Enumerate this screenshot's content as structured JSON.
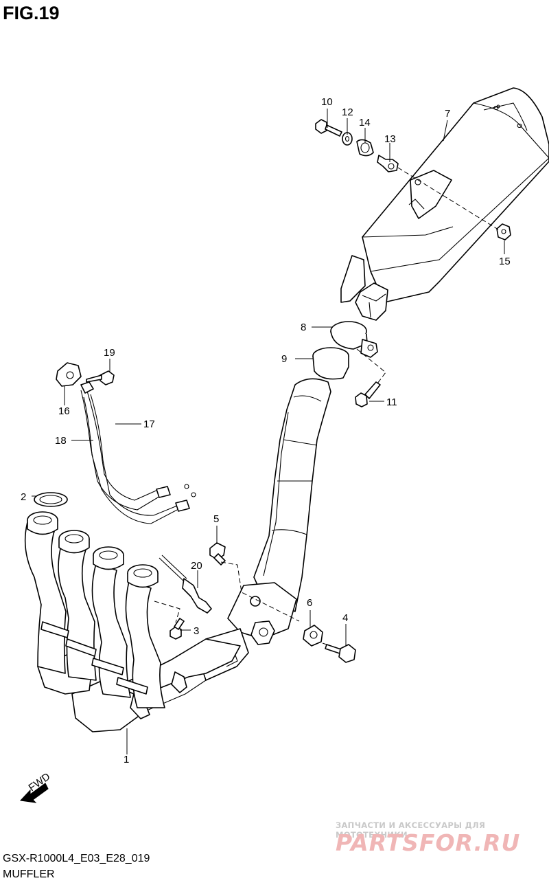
{
  "figure_title": "FIG.19",
  "model_code": "GSX-R1000L4_E03_E28_019",
  "assembly_name": "MUFFLER",
  "fwd_label": "FWD",
  "watermark": {
    "tagline": "ЗАПЧАСТИ И АКСЕССУАРЫ ДЛЯ МОТОТЕХНИКИ",
    "brand": "PARTSFOR.RU"
  },
  "callouts": [
    {
      "number": "1",
      "part": "exhaust-pipe-assembly"
    },
    {
      "number": "2",
      "part": "gasket"
    },
    {
      "number": "3",
      "part": "bolt"
    },
    {
      "number": "4",
      "part": "bolt"
    },
    {
      "number": "5",
      "part": "bolt"
    },
    {
      "number": "6",
      "part": "cushion"
    },
    {
      "number": "7",
      "part": "muffler"
    },
    {
      "number": "8",
      "part": "clamp"
    },
    {
      "number": "9",
      "part": "gasket"
    },
    {
      "number": "10",
      "part": "bolt"
    },
    {
      "number": "11",
      "part": "bolt"
    },
    {
      "number": "12",
      "part": "washer"
    },
    {
      "number": "13",
      "part": "washer"
    },
    {
      "number": "14",
      "part": "cushion"
    },
    {
      "number": "15",
      "part": "nut"
    },
    {
      "number": "16",
      "part": "bracket"
    },
    {
      "number": "17",
      "part": "lead-wire"
    },
    {
      "number": "18",
      "part": "lead-wire"
    },
    {
      "number": "19",
      "part": "bolt"
    },
    {
      "number": "20",
      "part": "oxygen-sensor"
    }
  ]
}
